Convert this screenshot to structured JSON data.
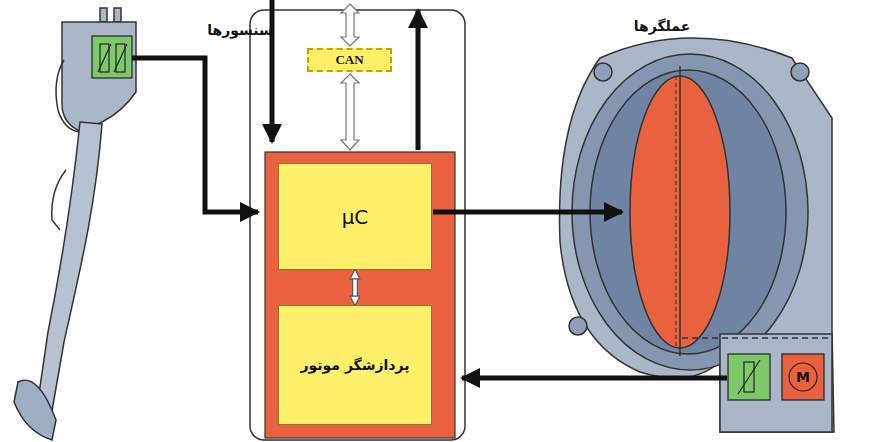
{
  "diagram": {
    "nodes": [
      {
        "text": [
          "CAN"
        ]
      },
      {
        "text": [
          "µC"
        ]
      },
      {
        "text": [
          "پردازشگر موتور"
        ]
      }
    ],
    "edges": [
      {
        "from": 1,
        "to": 2,
        "arrow": "both"
      }
    ],
    "labels": [
      "سنسورها",
      "عملگرها",
      "M"
    ]
  }
}
